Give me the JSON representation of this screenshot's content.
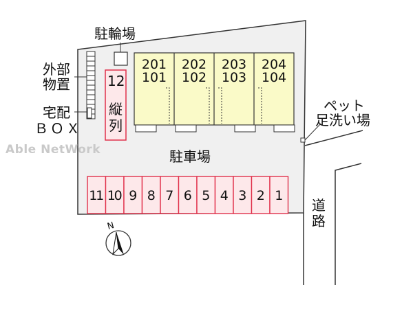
{
  "units": [
    {
      "upper": "201",
      "lower": "101"
    },
    {
      "upper": "202",
      "lower": "102"
    },
    {
      "upper": "203",
      "lower": "103"
    },
    {
      "upper": "204",
      "lower": "104"
    }
  ],
  "labels": {
    "bicycle_parking": "駐輪場",
    "outdoor_storage_line1": "外部",
    "outdoor_storage_line2": "物置",
    "delivery_box_line1": "宅配",
    "delivery_box_line2": "ＢＯＸ",
    "pet_wash_line1": "ペット",
    "pet_wash_line2": "足洗い場",
    "parking_lot": "駐車場",
    "road_char1": "道",
    "road_char2": "路",
    "tandem_number": "12",
    "tandem_char1": "縦",
    "tandem_char2": "列",
    "compass_north": "N",
    "watermark": "Able NetWork"
  },
  "parking_spaces": [
    "11",
    "10",
    "9",
    "8",
    "7",
    "6",
    "5",
    "4",
    "3",
    "2",
    "1"
  ],
  "colors": {
    "building_fill": "#fafac8",
    "parking_stroke": "#e0304a",
    "parking_fill": "#fde8ea",
    "line": "#333333"
  }
}
